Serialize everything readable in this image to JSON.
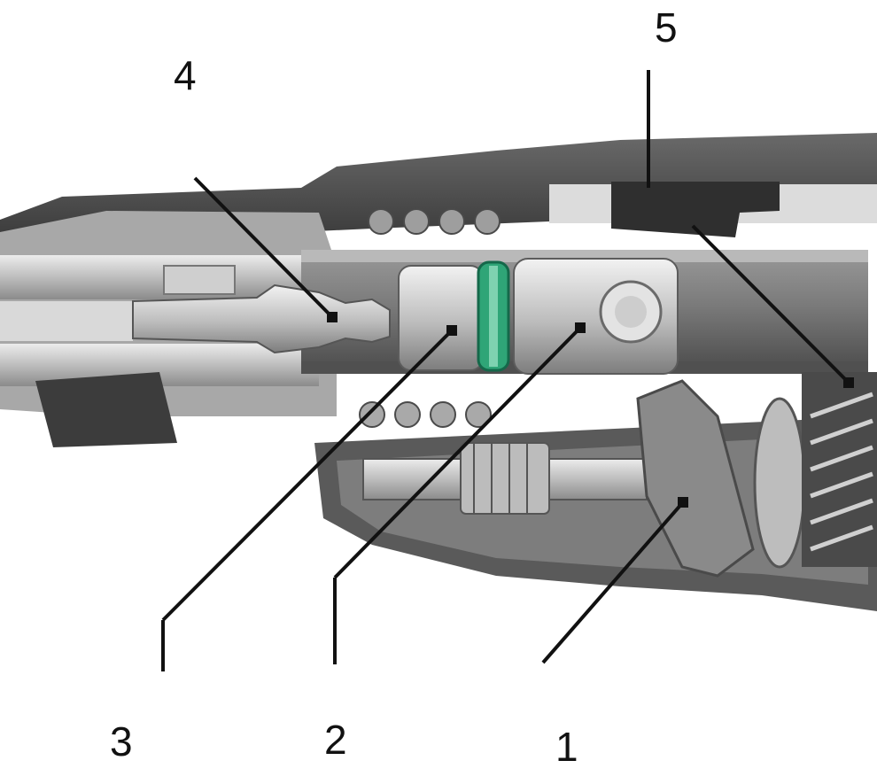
{
  "diagram": {
    "callouts": [
      {
        "id": "1",
        "label": "1"
      },
      {
        "id": "2",
        "label": "2"
      },
      {
        "id": "3",
        "label": "3"
      },
      {
        "id": "4",
        "label": "4"
      },
      {
        "id": "5",
        "label": "5"
      }
    ]
  },
  "colors": {
    "housing": "#5f5f5f",
    "metal": "#c7c7c7",
    "metal_dark": "#8d8d8d",
    "seal_ring": "#2fa577",
    "leader": "#111111"
  }
}
